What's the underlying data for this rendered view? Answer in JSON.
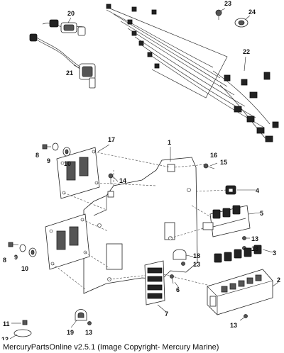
{
  "callouts": {
    "c1": "1",
    "c2": "2",
    "c3": "3",
    "c4": "4",
    "c5": "5",
    "c6": "6",
    "c7": "7",
    "c8a": "8",
    "c8b": "8",
    "c9a": "9",
    "c9b": "9",
    "c10a": "10",
    "c10b": "10",
    "c11": "11",
    "c12": "12",
    "c13a": "13",
    "c13b": "13",
    "c13c": "13",
    "c13d": "13",
    "c14": "14",
    "c15": "15",
    "c16": "16",
    "c17": "17",
    "c18": "18",
    "c19": "19",
    "c20": "20",
    "c21": "21",
    "c22": "22",
    "c23": "23",
    "c24": "24"
  },
  "footer": {
    "copyright": "MercuryPartsOnline v2.5.1 (Image Copyright- Mercury Marine)"
  }
}
